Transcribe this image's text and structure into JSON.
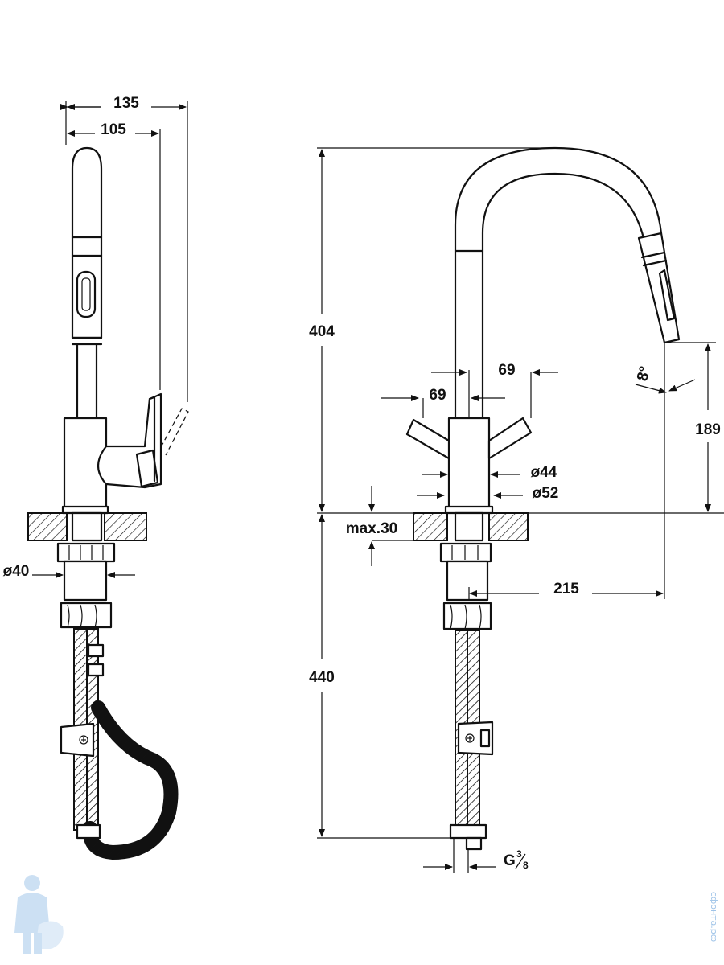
{
  "dimensions": {
    "width_overall": "135",
    "width_lever": "105",
    "height_above": "404",
    "height_below": "440",
    "spout_height": "189",
    "reach": "215",
    "rotation_left": "69",
    "rotation_right": "69",
    "angle": "8°",
    "body_dia": "ø44",
    "base_dia": "ø52",
    "thread_dia": "ø40",
    "max_thickness": "max.30",
    "connection_main": "G",
    "connection_num": "3",
    "connection_den": "8"
  },
  "watermark": "сфонта.рф",
  "colors": {
    "line": "#111111",
    "watermark": "#9ec3e8"
  },
  "icons": {
    "logo": "plumber-mascot-icon"
  }
}
